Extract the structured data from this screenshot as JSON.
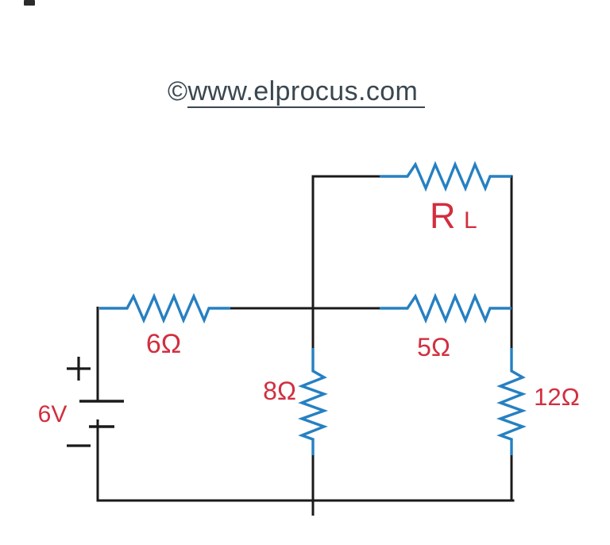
{
  "watermark": {
    "prefix": "©",
    "link_text": "www.elprocus.com",
    "color": "#3a4750"
  },
  "circuit": {
    "colors": {
      "wire": "#1a1a1a",
      "resistor": "#2680c2",
      "label": "#d22e3f"
    },
    "battery": {
      "label": "6V",
      "plus": "+",
      "minus": "−"
    },
    "resistors": {
      "r6": {
        "label": "6Ω",
        "orientation": "horizontal"
      },
      "r8": {
        "label": "8Ω",
        "orientation": "vertical"
      },
      "r5": {
        "label": "5Ω",
        "orientation": "horizontal"
      },
      "r12": {
        "label": "12Ω",
        "orientation": "vertical"
      },
      "load": {
        "label_main": "R",
        "label_sub": "L",
        "orientation": "horizontal"
      }
    }
  }
}
